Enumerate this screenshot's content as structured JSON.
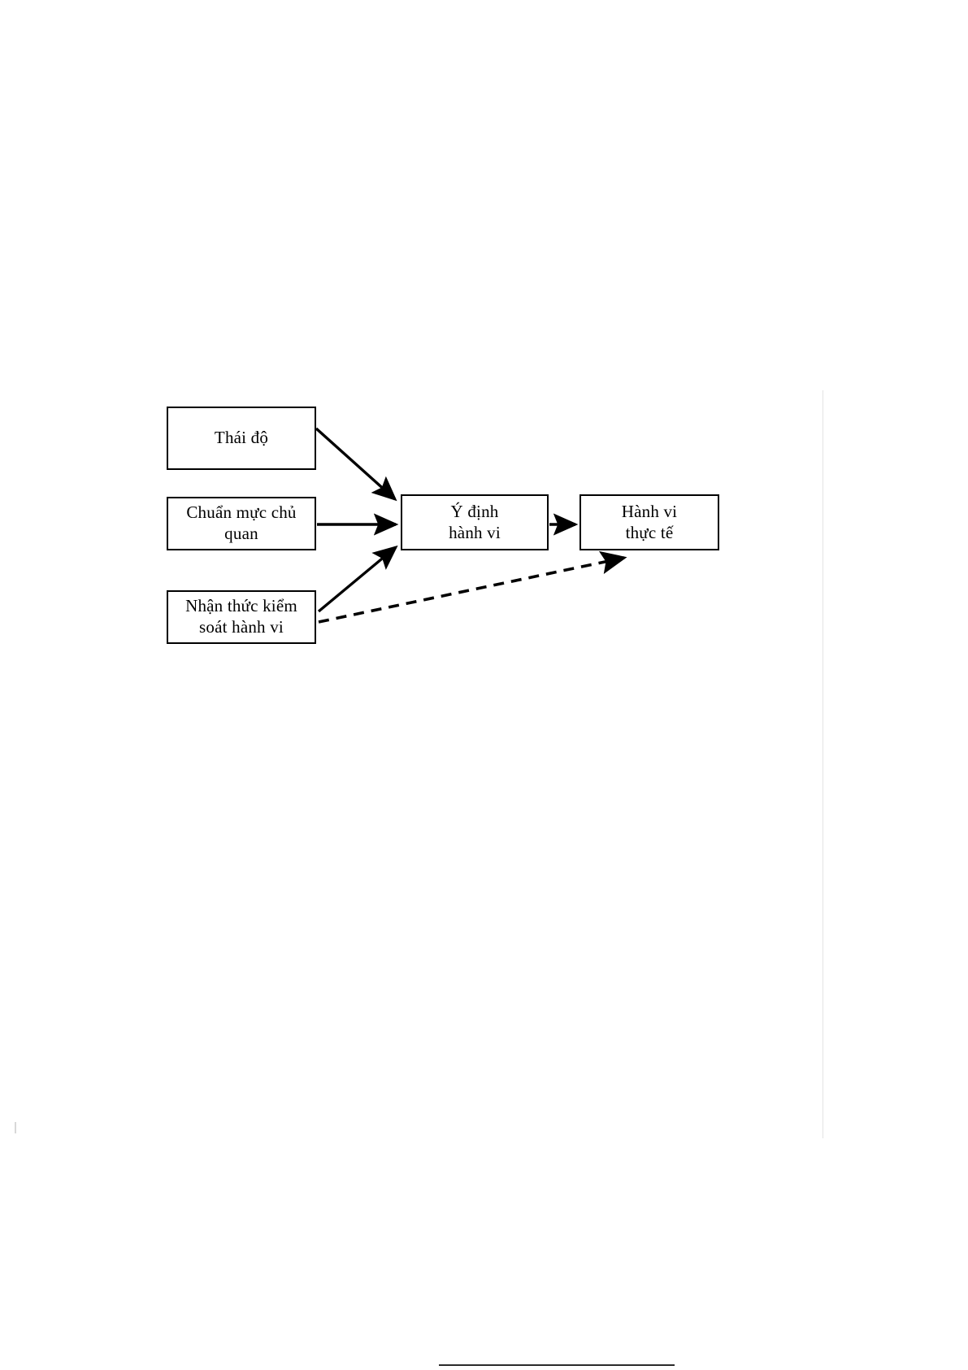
{
  "page": {
    "background_color": "#ffffff",
    "ink_color": "#000000",
    "language": "vi"
  },
  "diagram": {
    "type": "flow-diagram",
    "title": "",
    "nodes": [
      {
        "id": "attitude",
        "label": "Thái độ",
        "name": "node-attitude"
      },
      {
        "id": "subj-norm",
        "label": "Chuẩn mực chủ\nquan",
        "name": "node-subjective-norm"
      },
      {
        "id": "pbc",
        "label": "Nhận thức kiểm\nsoát hành vi",
        "name": "node-perceived-behavioral-control"
      },
      {
        "id": "intention",
        "label": "Ý định\nhành vi",
        "name": "node-behavioral-intention"
      },
      {
        "id": "behavior",
        "label": "Hành vi\nthực tế",
        "name": "node-actual-behavior"
      }
    ],
    "edges": [
      {
        "id": "e1",
        "from": "attitude",
        "to": "intention",
        "style": "solid",
        "name": "arrow-attitude-to-intention"
      },
      {
        "id": "e2",
        "from": "subj-norm",
        "to": "intention",
        "style": "solid",
        "name": "arrow-subjective-norm-to-intention"
      },
      {
        "id": "e3",
        "from": "pbc",
        "to": "intention",
        "style": "solid",
        "name": "arrow-pbc-to-intention"
      },
      {
        "id": "e4",
        "from": "intention",
        "to": "behavior",
        "style": "solid",
        "name": "arrow-intention-to-behavior"
      },
      {
        "id": "e5",
        "from": "pbc",
        "to": "behavior",
        "style": "dashed",
        "name": "arrow-pbc-to-behavior-dashed"
      }
    ]
  }
}
